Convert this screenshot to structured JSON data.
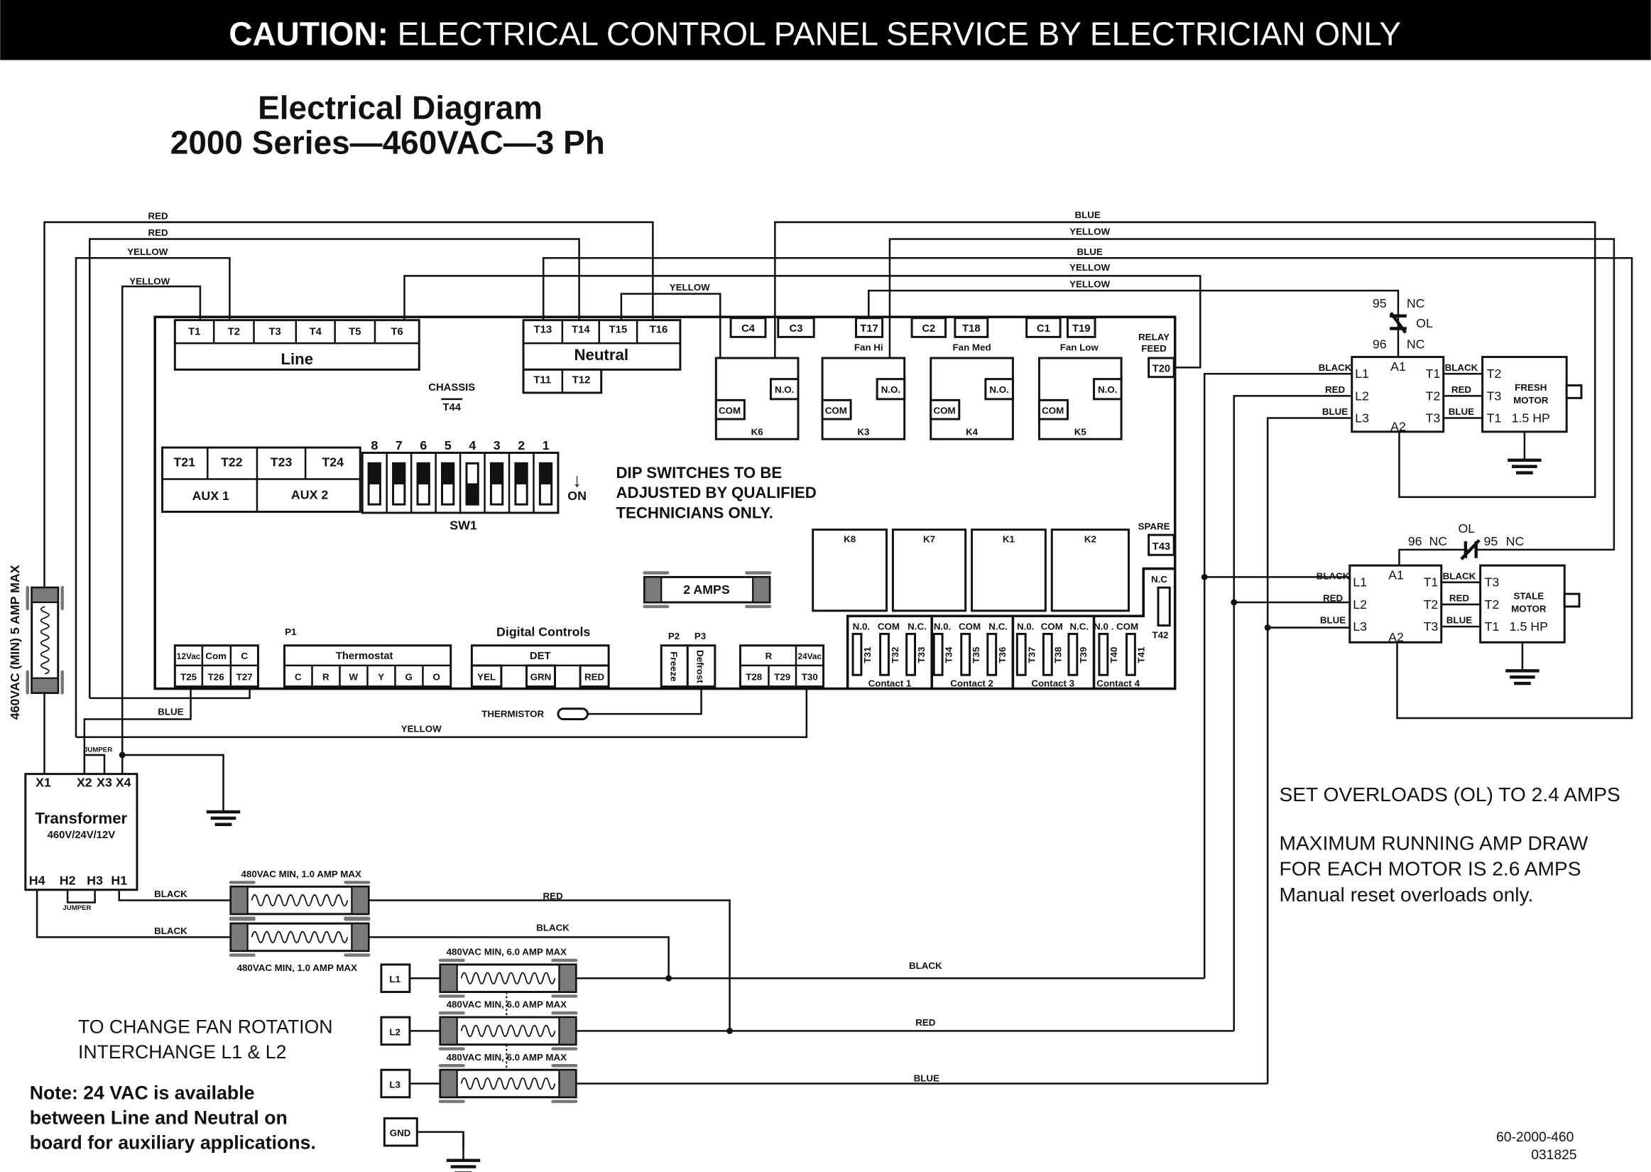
{
  "header": {
    "caution_label": "CAUTION:",
    "caution_text": " ELECTRICAL CONTROL PANEL  SERVICE BY ELECTRICIAN ONLY"
  },
  "title": {
    "line1": "Electrical Diagram",
    "line2": "2000 Series—460VAC—3 Ph"
  },
  "wire_labels": {
    "top_left": [
      "RED",
      "RED",
      "YELLOW",
      "YELLOW"
    ],
    "top_right": [
      "BLUE",
      "YELLOW",
      "BLUE",
      "YELLOW",
      "YELLOW"
    ],
    "k6_com": "YELLOW",
    "blue_low": "BLUE",
    "yellow_low": "YELLOW",
    "transformer_h1": "BLACK",
    "transformer_h4": "BLACK",
    "fuse1_out": "RED",
    "fuse2_out": "BLACK",
    "l1_out": "BLACK",
    "l2_out": "RED",
    "l3_out": "BLUE"
  },
  "board": {
    "line_terminals": [
      "T1",
      "T2",
      "T3",
      "T4",
      "T5",
      "T6"
    ],
    "line_label": "Line",
    "neutral_terminals": [
      "T13",
      "T14",
      "T15",
      "T16"
    ],
    "neutral_label": "Neutral",
    "neutral_lower": [
      "T11",
      "T12"
    ],
    "chassis_label": "CHASSIS",
    "chassis_terminal": "T44",
    "top_connectors": [
      "C4",
      "C3",
      "T17",
      "C2",
      "T18",
      "C1",
      "T19"
    ],
    "fan_labels": [
      "Fan Hi",
      "Fan Med",
      "Fan Low"
    ],
    "relay_feed": [
      "RELAY",
      "FEED"
    ],
    "relay_feed_terminal": "T20",
    "relays": [
      {
        "name": "K6",
        "no": "N.O.",
        "com": "COM"
      },
      {
        "name": "K3",
        "no": "N.O.",
        "com": "COM"
      },
      {
        "name": "K4",
        "no": "N.O.",
        "com": "COM"
      },
      {
        "name": "K5",
        "no": "N.O.",
        "com": "COM"
      }
    ],
    "aux": {
      "terminals": [
        "T21",
        "T22",
        "T23",
        "T24"
      ],
      "labels": [
        "AUX 1",
        "AUX 2"
      ]
    },
    "dip": {
      "label": "SW1",
      "on_label": "ON",
      "on_arrow": "↓",
      "switches": [
        {
          "number": "8",
          "state": "off"
        },
        {
          "number": "7",
          "state": "off"
        },
        {
          "number": "6",
          "state": "off"
        },
        {
          "number": "5",
          "state": "off"
        },
        {
          "number": "4",
          "state": "on"
        },
        {
          "number": "3",
          "state": "off"
        },
        {
          "number": "2",
          "state": "off"
        },
        {
          "number": "1",
          "state": "off"
        }
      ]
    },
    "dip_note": [
      "DIP SWITCHES TO BE",
      "ADJUSTED BY QUALIFIED",
      "TECHNICIANS ONLY."
    ],
    "power_relays": [
      "K8",
      "K7",
      "K1",
      "K2"
    ],
    "spare_label": "SPARE",
    "spare_terminal": "T43",
    "nc_label": "N.C",
    "nc_terminal": "T42",
    "contacts": [
      {
        "label": "Contact 1",
        "headers": [
          "N.0.",
          "COM",
          "N.C."
        ],
        "terminals": [
          "T31",
          "T32",
          "T33"
        ]
      },
      {
        "label": "Contact 2",
        "headers": [
          "N.0.",
          "COM",
          "N.C."
        ],
        "terminals": [
          "T34",
          "T35",
          "T36"
        ]
      },
      {
        "label": "Contact 3",
        "headers": [
          "N.0.",
          "COM",
          "N.C."
        ],
        "terminals": [
          "T37",
          "T38",
          "T39"
        ]
      },
      {
        "label": "Contact 4",
        "header": "N.0 . COM",
        "terminals": [
          "T40",
          "T41"
        ]
      }
    ],
    "fuse_label": "2 AMPS",
    "low_voltage": {
      "headers": [
        "12Vac",
        "Com",
        "C"
      ],
      "terminals": [
        "T25",
        "T26",
        "T27"
      ]
    },
    "p1_label": "P1",
    "thermostat": {
      "label": "Thermostat",
      "terminals": [
        "C",
        "R",
        "W",
        "Y",
        "G",
        "O"
      ]
    },
    "digital_controls_label": "Digital Controls",
    "det": {
      "label": "DET",
      "terminals": [
        "YEL",
        "GRN",
        "RED"
      ]
    },
    "p2_label": "P2",
    "p3_label": "P3",
    "freeze_label": "Freeze",
    "defrost_label": "Defrost",
    "r_block": {
      "label": "R",
      "vac_label": "24Vac",
      "terminals": [
        "T28",
        "T29",
        "T30"
      ]
    },
    "thermistor_label": "THERMISTOR"
  },
  "control_fuse": {
    "label": "460VAC (MIN) 5 AMP MAX"
  },
  "transformer": {
    "title": "Transformer",
    "rating": "460V/24V/12V",
    "secondary": [
      "X1",
      "X2",
      "X3",
      "X4"
    ],
    "primary": [
      "H4",
      "H2",
      "H3",
      "H1"
    ],
    "jumper_label": "JUMPER"
  },
  "transformer_fuses": {
    "top_label": "480VAC MIN, 1.0 AMP MAX",
    "bottom_label": "480VAC MIN, 1.0 AMP MAX"
  },
  "main_power": {
    "inputs": [
      "L1",
      "L2",
      "L3"
    ],
    "ground": "GND",
    "fuse_labels": [
      "480VAC MIN, 6.0 AMP MAX",
      "480VAC MIN, 6.0 AMP MAX",
      "480VAC MIN, 6.0 AMP MAX"
    ]
  },
  "fresh_motor": {
    "name_line1": "FRESH",
    "name_line2": "MOTOR",
    "hp": "1.5 HP",
    "motor_terminals": [
      "T2",
      "T3",
      "T1"
    ],
    "contactor_line": [
      "L1",
      "L2",
      "L3"
    ],
    "contactor_load": [
      "T1",
      "T2",
      "T3"
    ],
    "coil": [
      "A1",
      "A2"
    ],
    "line_wires": [
      "BLACK",
      "RED",
      "BLUE"
    ],
    "load_wires": [
      "BLACK",
      "RED",
      "BLUE"
    ],
    "overload": {
      "top_num": "95",
      "top_nc": "NC",
      "label": "OL",
      "bottom_num": "96",
      "bottom_nc": "NC"
    }
  },
  "stale_motor": {
    "name_line1": "STALE",
    "name_line2": "MOTOR",
    "hp": "1.5 HP",
    "motor_terminals": [
      "T3",
      "T2",
      "T1"
    ],
    "contactor_line": [
      "L1",
      "L2",
      "L3"
    ],
    "contactor_load": [
      "T1",
      "T2",
      "T3"
    ],
    "coil": [
      "A1",
      "A2"
    ],
    "line_wires": [
      "BLACK",
      "RED",
      "BLUE"
    ],
    "load_wires": [
      "BLACK",
      "RED",
      "BLUE"
    ],
    "overload": {
      "left_num": "96",
      "left_nc": "NC",
      "label": "OL",
      "right_num": "95",
      "right_nc": "NC"
    }
  },
  "notes": {
    "fan_rotation": [
      "TO CHANGE FAN ROTATION",
      "INTERCHANGE L1 & L2"
    ],
    "aux_note": [
      "Note: 24 VAC is available",
      "between Line and Neutral on",
      "board for auxiliary applications."
    ],
    "overloads": "SET OVERLOADS (OL) TO 2.4 AMPS",
    "max_draw": [
      "MAXIMUM RUNNING AMP DRAW",
      "FOR EACH MOTOR IS 2.6 AMPS",
      "Manual reset overloads only."
    ],
    "part_number": "60-2000-460",
    "revision": "031825"
  }
}
